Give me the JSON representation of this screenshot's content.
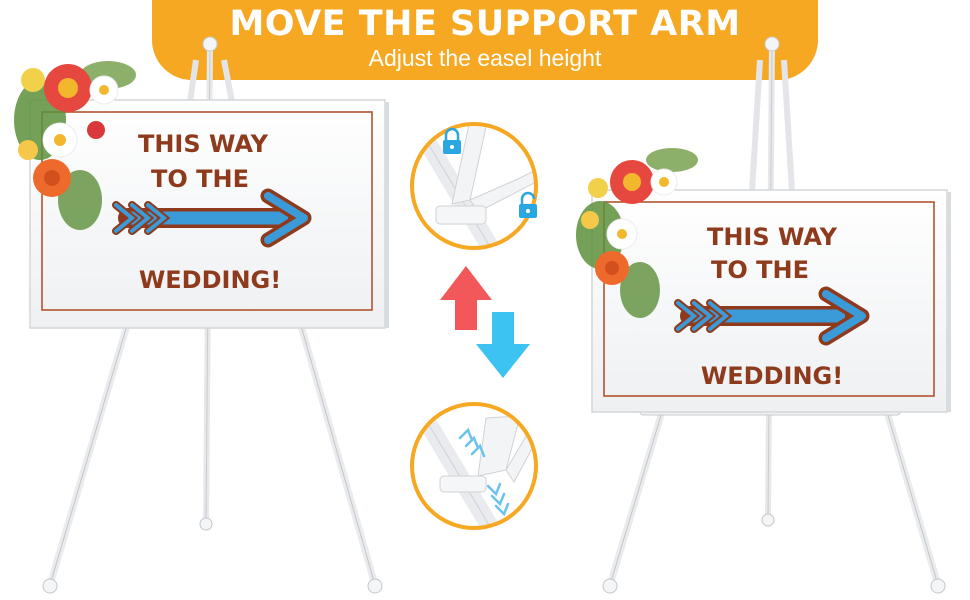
{
  "banner": {
    "title": "MOVE THE SUPPORT ARM",
    "subtitle": "Adjust the easel height"
  },
  "sign": {
    "line1": "THIS WAY",
    "line2": "TO THE",
    "line3": "WEDDING!"
  },
  "colors": {
    "banner": "#f7a823",
    "sign_text": "#8e3a1c",
    "arrow_blue": "#3a9bd8",
    "arrow_up": "#f2585a",
    "arrow_down": "#3cc3f2",
    "lock_blue": "#2aa7e0"
  },
  "icons": [
    "lock-closed-icon",
    "lock-open-icon",
    "arrow-up-icon",
    "arrow-down-icon",
    "chevron-up-icon",
    "chevron-down-icon"
  ]
}
